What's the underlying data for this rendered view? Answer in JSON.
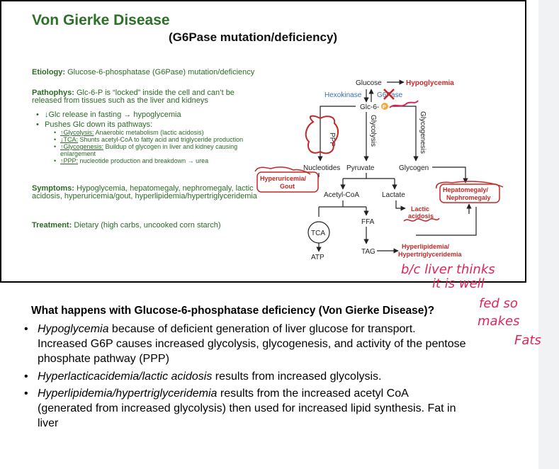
{
  "slide": {
    "title": "Von Gierke Disease",
    "subtitle": "(G6Pase mutation/deficiency)",
    "etiology_label": "Etiology:",
    "etiology_text": "Glucose-6-phosphatase (G6Pase) mutation/deficiency",
    "pathophys_label": "Pathophys:",
    "pathophys_text": "Glc-6-P is “locked” inside the cell and can’t be released from tissues such as the liver and kidneys",
    "bullet1": "↓Glc release in fasting → hypoglycemia",
    "bullet2": "Pushes Glc down its pathways:",
    "sub": [
      {
        "head": "↑Glycolysis:",
        "text": "Anaerobic metabolism (lactic acidosis)"
      },
      {
        "head": "↓TCA:",
        "text": "Shunts acetyl-CoA to fatty acid and triglyceride production"
      },
      {
        "head": "↑Glycogenesis:",
        "text": "Buildup of glycogen in liver and kidney causing enlargement"
      },
      {
        "head": "↑PPP:",
        "text": "nucleotide production and breakdown → urea"
      }
    ],
    "symptoms_label": "Symptoms:",
    "symptoms_text": "Hypoglycemia, hepatomegaly, nephromegaly, lactic acidosis, hyperuricemia/gout, hyperlipidemia/hypertriglyceridemia",
    "treatment_label": "Treatment:",
    "treatment_text": "Dietary (high carbs, uncooked corn starch)"
  },
  "diagram": {
    "glucose": "Glucose",
    "hypoglycemia": "Hypoglycemia",
    "hexokinase": "Hexokinase",
    "g6pase": "G6Pase",
    "glc6p": "Glc-6-",
    "p": "P",
    "ppp": "PPP",
    "glycolysis": "Glycolysis",
    "glycogenesis": "Glycogenesis",
    "nucleotides": "Nucleotides",
    "pyruvate": "Pyruvate",
    "glycogen": "Glycogen",
    "hyperuricemia": "Hyperuricemia/",
    "gout": "Gout",
    "hepatomegaly": "Hepatomegaly/",
    "nephromegaly": "Nephromegaly",
    "acetylcoa": "Acetyl-CoA",
    "lactate": "Lactate",
    "lactic": "Lactic",
    "acidosis": "acidosis",
    "tca": "TCA",
    "ffa": "FFA",
    "tag": "TAG",
    "atp": "ATP",
    "hyperlipidemia": "Hyperlipidemia/",
    "hypertrig": "Hypertriglyceridemia"
  },
  "handwriting": {
    "line1": "b/c liver thinks",
    "line2": "it is well",
    "line3": "fed so",
    "line4": "makes",
    "line5": "Fats"
  },
  "question": "What happens with Glucose-6-phosphatase deficiency (Von Gierke Disease)?",
  "bullets": {
    "b1_italic": "Hypoglycemia",
    "b1_line1": " because of deficient generation of liver glucose for transport.",
    "b1_line2": "Increased G6P causes increased glycolysis, glycogenesis, and activity of the pentose",
    "b1_line3": "phosphate pathway (PPP)",
    "b2_italic": "Hyperlacticacidemia/lactic acidosis",
    "b2_rest": " results from increased glycolysis.",
    "b3_italic": "Hyperlipidemia/hypertriglyceridemia",
    "b3_line1": " results from the increased acetyl CoA",
    "b3_line2": "(generated from increased glycolysis) then used for increased lipid synthesis.  Fat in",
    "b3_line3": "liver"
  },
  "colors": {
    "title_green": "#2e6f2a",
    "diagram_red": "#c62828",
    "enzyme_blue": "#3a6fb0",
    "ink_pink": "#e0245a"
  }
}
